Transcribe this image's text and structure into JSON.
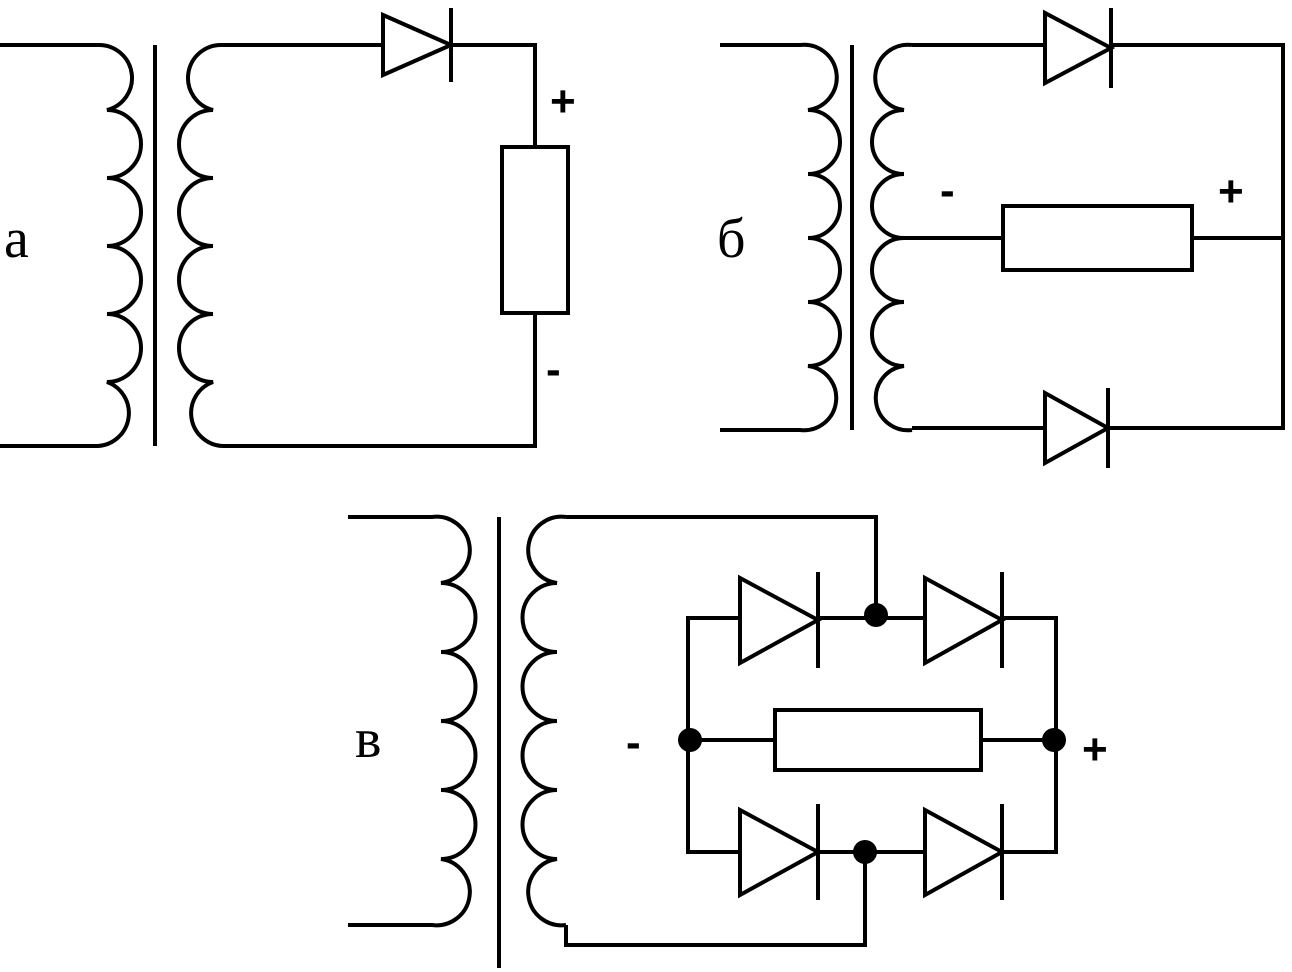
{
  "labels": {
    "a": "а",
    "b": "б",
    "c": "в"
  },
  "polarity": {
    "plus": "+",
    "minus": "-"
  }
}
